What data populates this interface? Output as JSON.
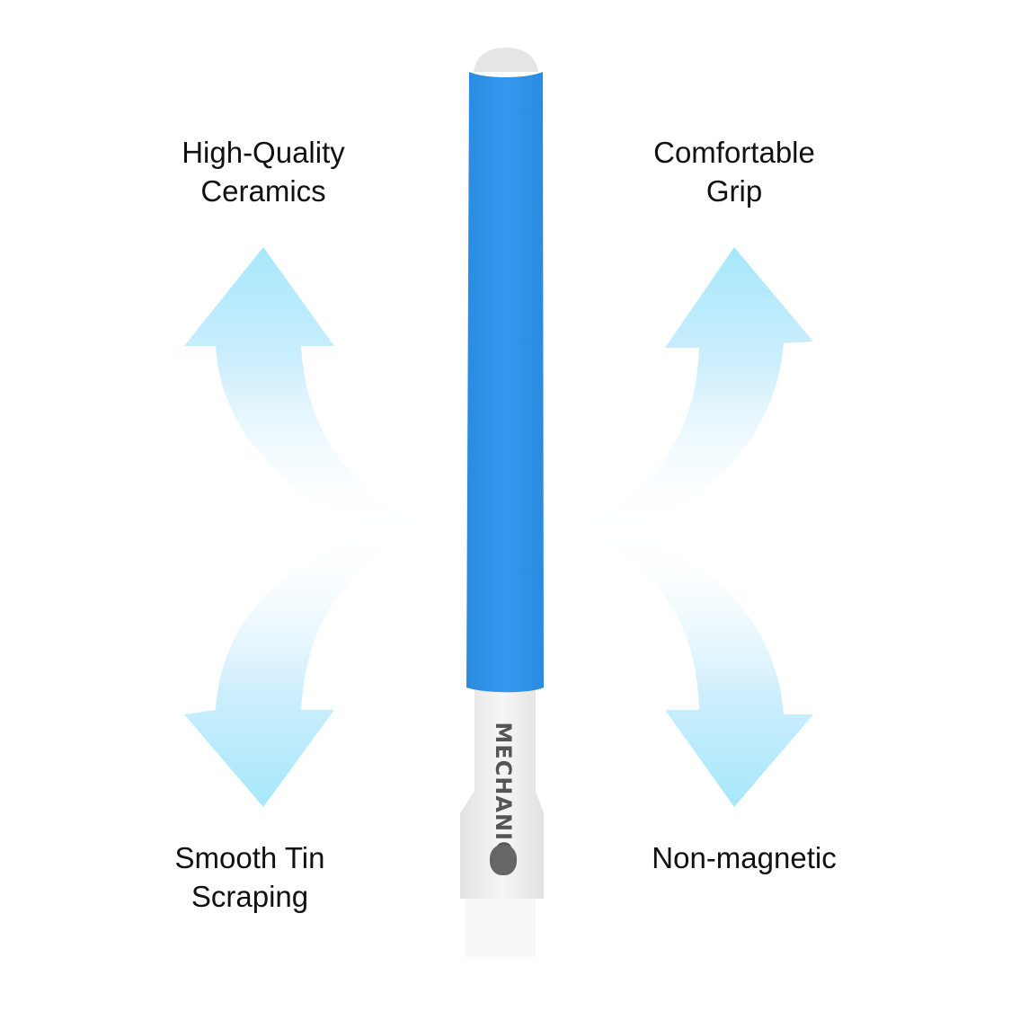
{
  "features": [
    {
      "line1": "High-Quality",
      "line2": "Ceramics"
    },
    {
      "line1": "Comfortable",
      "line2": "Grip"
    },
    {
      "line1": "Smooth Tin",
      "line2": "Scraping"
    },
    {
      "line1": "Non-magnetic",
      "line2": ""
    }
  ],
  "product": {
    "brand_logo": "MECHANIC",
    "handle_color": "#2f95ec",
    "blade_color": "#eeeeee"
  },
  "arrow_color": "#a6e8fb"
}
